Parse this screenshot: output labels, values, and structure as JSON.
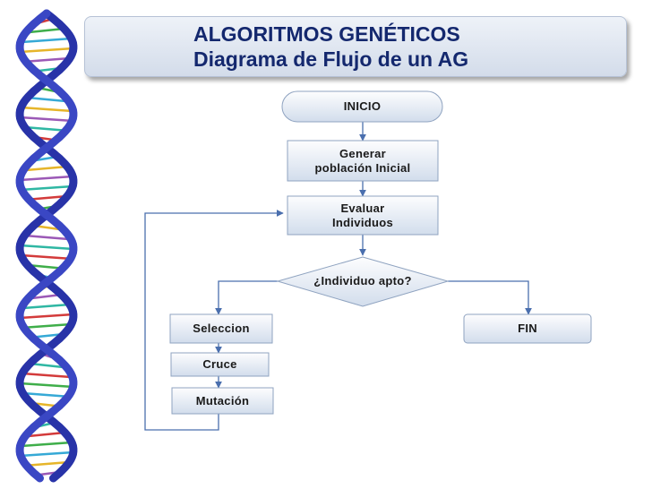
{
  "title": {
    "line1": "ALGORITMOS GENÉTICOS",
    "line2": "Diagrama de Flujo de un AG"
  },
  "colors": {
    "title_text": "#14286e",
    "box_fill_top": "#fdfdfe",
    "box_fill_bottom": "#d2ddec",
    "box_border": "#8fa3c0",
    "arrow": "#4a6fae",
    "helix": "#2833a8"
  },
  "nodes": {
    "inicio": "INICIO",
    "generar_line1": "Generar",
    "generar_line2": "población Inicial",
    "evaluar_line1": "Evaluar",
    "evaluar_line2": "Individuos",
    "decision": "¿Individuo apto?",
    "seleccion": "Seleccion",
    "cruce": "Cruce",
    "mutacion": "Mutación",
    "fin": "FIN"
  }
}
